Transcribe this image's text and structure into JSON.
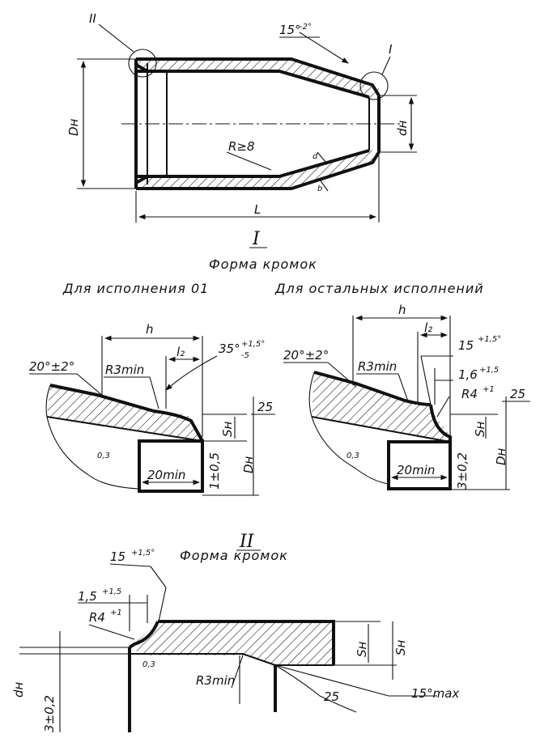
{
  "main_view": {
    "callout_detail_II": "II",
    "callout_detail_I": "I",
    "angle_label": "15°",
    "angle_tol": "-2°",
    "dim_DH": "Dн",
    "dim_dH": "dн",
    "radius_label": "R≥8",
    "length_label": "L",
    "section_mark_1": "d",
    "section_mark_2": "b"
  },
  "detail_I": {
    "roman": "I",
    "title": "Форма кромок",
    "left_caption": "Для исполнения 01",
    "right_caption": "Для остальных исполнений",
    "left": {
      "h": "h",
      "l2": "l₂",
      "angle": "35°",
      "angle_tol_plus": "+1,5°",
      "angle_tol_minus": "-5",
      "bevel": "20°±2°",
      "radius": "R3min",
      "thickness": "Sн",
      "diameter": "Dн",
      "gap": "1±0,5",
      "depth": "0,3",
      "length": "20min",
      "rough": "25"
    },
    "right": {
      "h": "h",
      "l2": "l₂",
      "angle": "15",
      "angle_tol": "+1,5°",
      "step": "1,6",
      "step_tol": "+1,5",
      "bevel": "20°±2°",
      "radius": "R3min",
      "radius2": "R4",
      "radius2_tol": "+1",
      "thickness": "Sн",
      "diameter": "Dн",
      "gap": "3±0,2",
      "depth": "0,3",
      "length": "20min",
      "rough": "25"
    }
  },
  "detail_II": {
    "roman": "II",
    "title": "Форма кромок",
    "angle": "15",
    "angle_tol": "+1,5°",
    "step": "1,5",
    "step_tol": "+1,5",
    "radius": "R4",
    "radius_tol": "+1",
    "depth": "0,3",
    "inner_radius": "R3min",
    "thickness_1": "Sн",
    "thickness_2": "Sн",
    "diameter": "dн",
    "gap": "3±0,2",
    "rough": "25",
    "max_label": "15°max"
  }
}
